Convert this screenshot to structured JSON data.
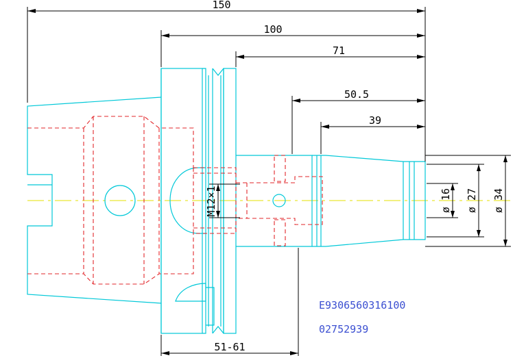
{
  "dimensions": {
    "overall_length": "150",
    "gauge_to_end": "100",
    "flange_to_end": "71",
    "bore_depth": "50.5",
    "nose_length": "39",
    "adjust_range": "51-61",
    "thread": "M12×1",
    "dia_bore": "ø 16",
    "dia_nose": "ø 27",
    "dia_outer": "ø 34"
  },
  "part_codes": {
    "code_1": "E9306560316100",
    "code_2": "02752939"
  },
  "colors": {
    "outline": "#00c8d8",
    "hidden": "#e2262a",
    "centerline": "#e5e000",
    "dimension": "#000000",
    "code_text": "#3b4fd1"
  }
}
